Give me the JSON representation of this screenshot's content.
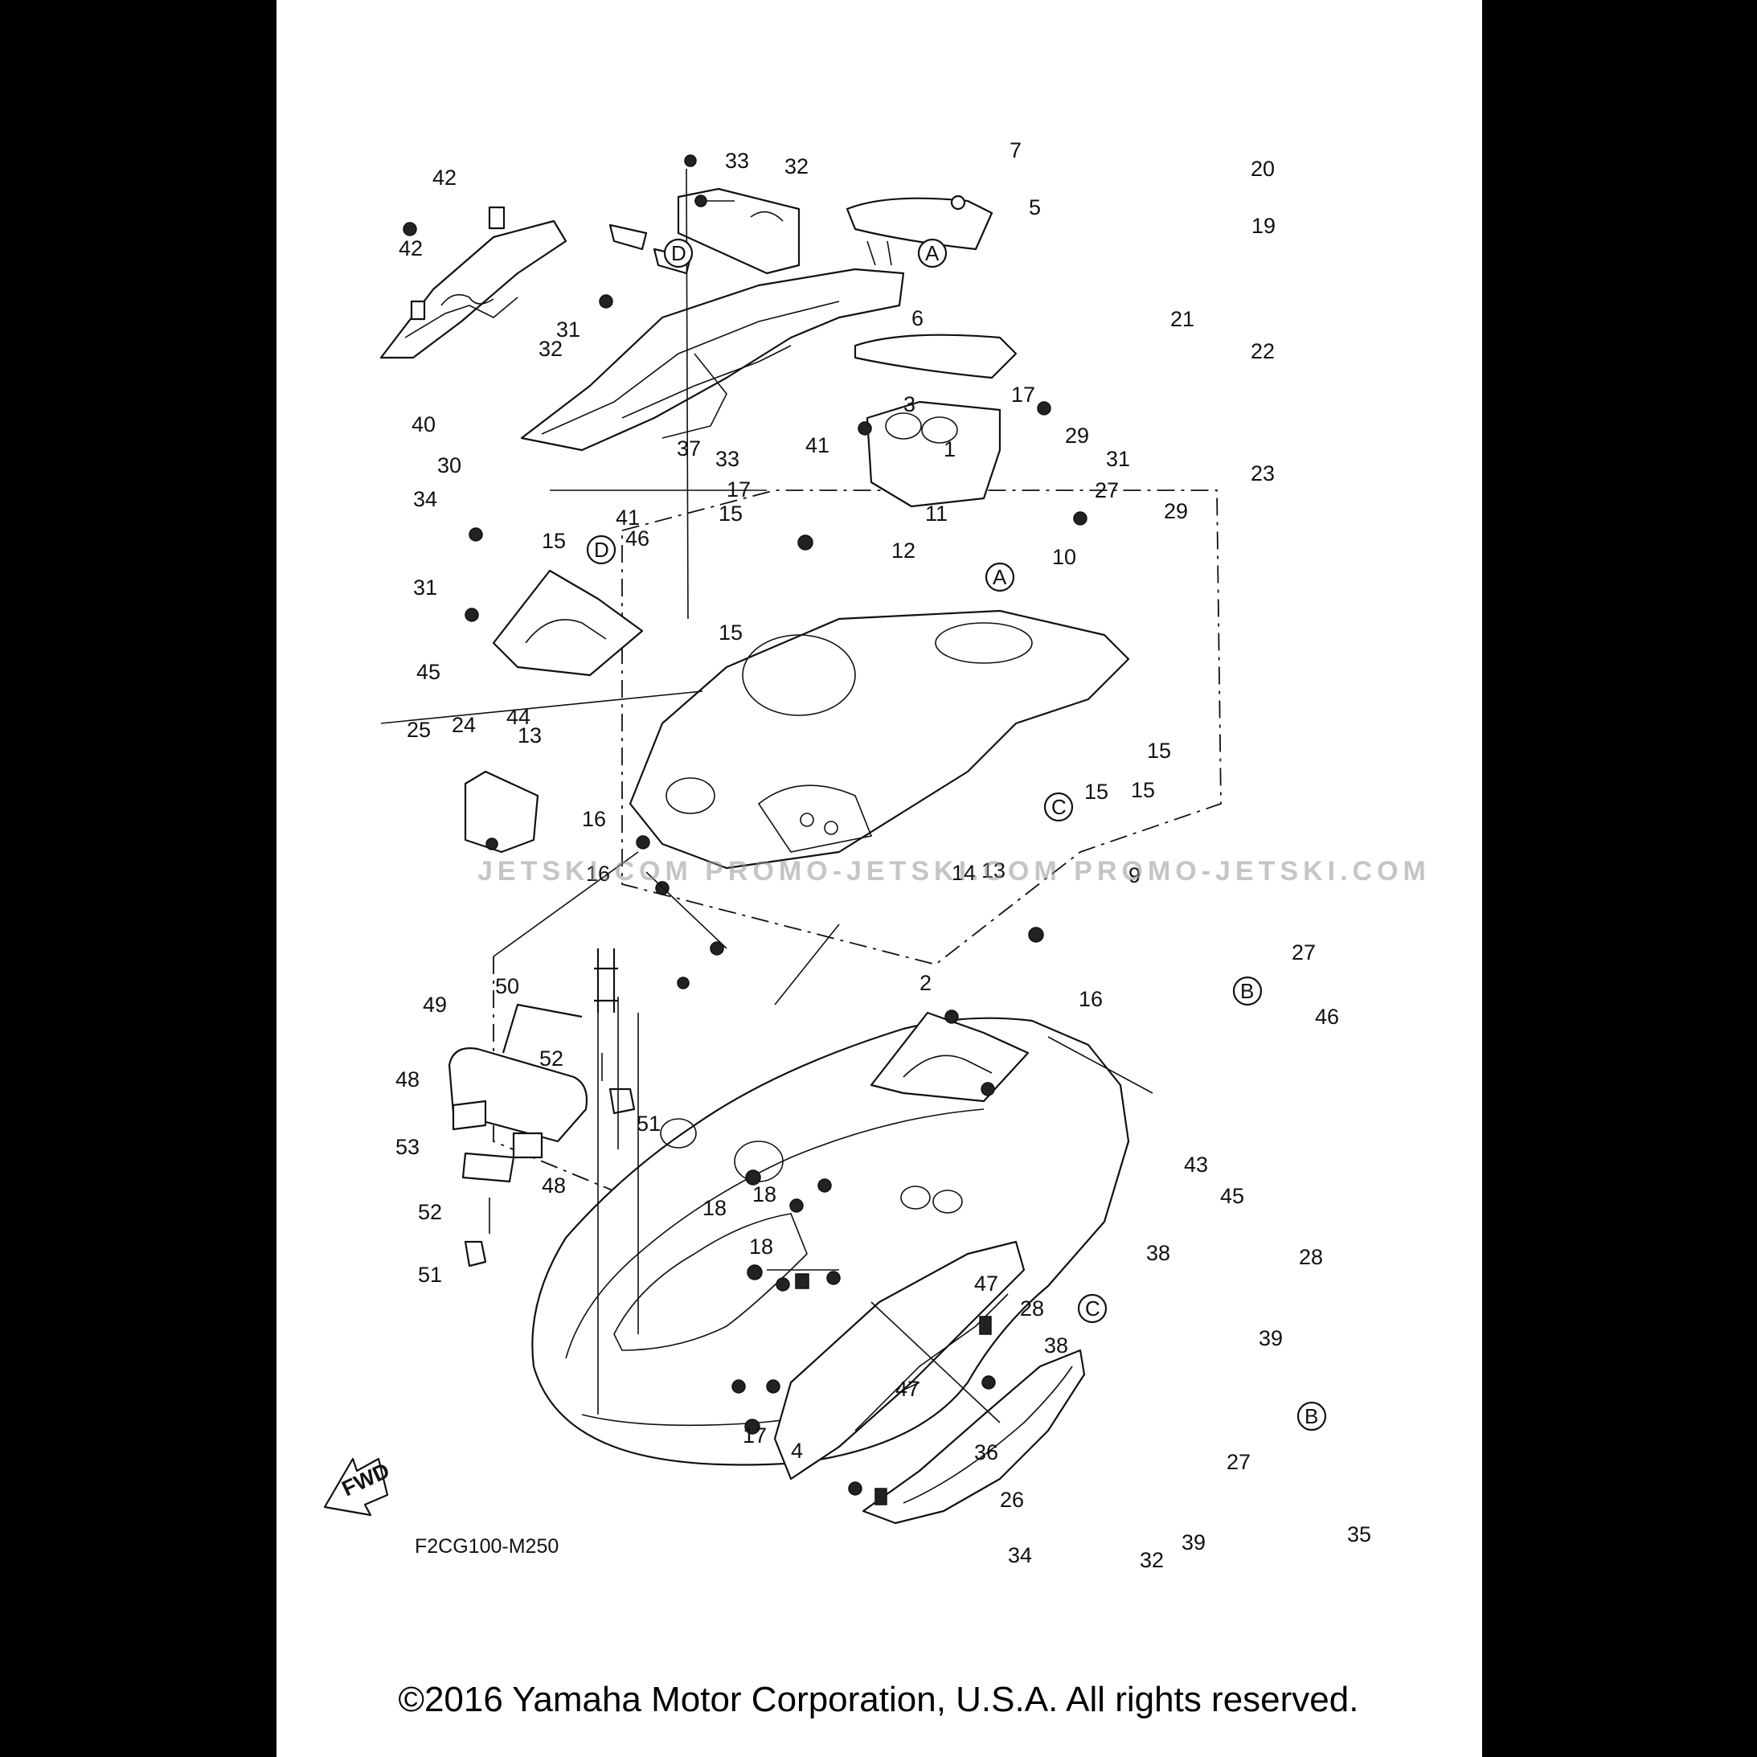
{
  "diagram": {
    "drawing_code": "F2CG100-M250",
    "fwd_label": "FWD",
    "watermark": "JETSKI.COM    PROMO-JETSKI.COM    PROMO-JETSKI.COM",
    "copyright": "©2016 Yamaha Motor Corporation, U.S.A. All rights reserved.",
    "callouts": [
      "1",
      "2",
      "3",
      "4",
      "5",
      "6",
      "7",
      "9",
      "10",
      "11",
      "12",
      "13",
      "14",
      "15",
      "16",
      "17",
      "18",
      "19",
      "20",
      "21",
      "22",
      "23",
      "24",
      "25",
      "26",
      "27",
      "28",
      "29",
      "30",
      "31",
      "32",
      "33",
      "34",
      "35",
      "36",
      "37",
      "38",
      "39",
      "40",
      "41",
      "42",
      "43",
      "44",
      "45",
      "46",
      "47",
      "48",
      "49",
      "50",
      "51",
      "52",
      "53"
    ],
    "reference_markers": [
      "A",
      "B",
      "C",
      "D"
    ]
  }
}
